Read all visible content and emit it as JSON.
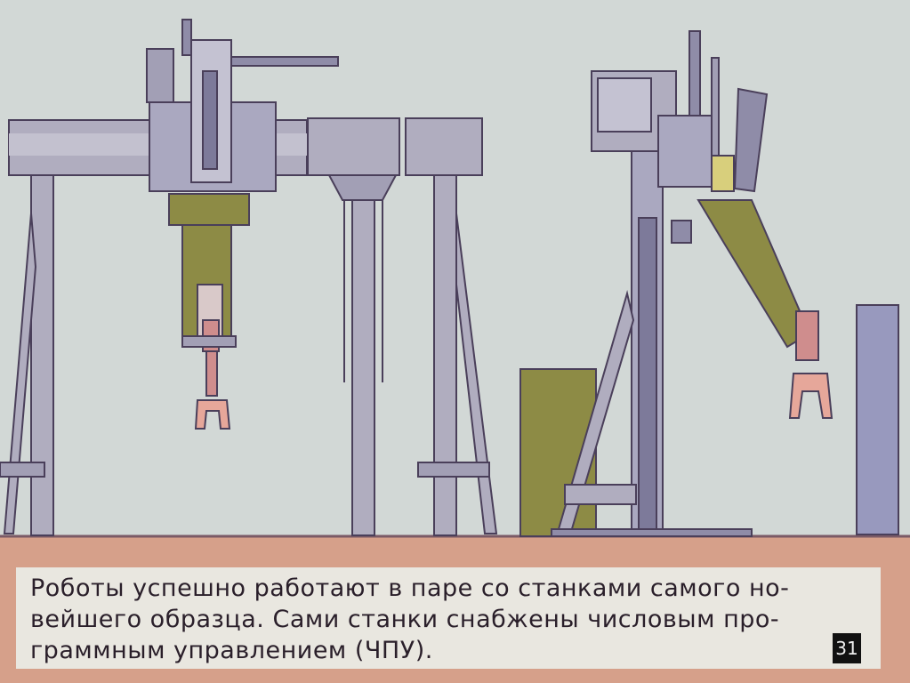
{
  "caption": {
    "lines": [
      "Роботы успешно работают в паре  со  станками самого но-",
      "вейшего  образца. Сами  станки  снабжены  числовым  про-",
      "граммным  управлением  (ЧПУ)."
    ],
    "page_number": "31"
  },
  "colors": {
    "background": "#d2d8d6",
    "floor": "#d6a08a",
    "steel": "#a7a5bd",
    "olive": "#8d8b45",
    "outline": "#4a3f5a"
  }
}
